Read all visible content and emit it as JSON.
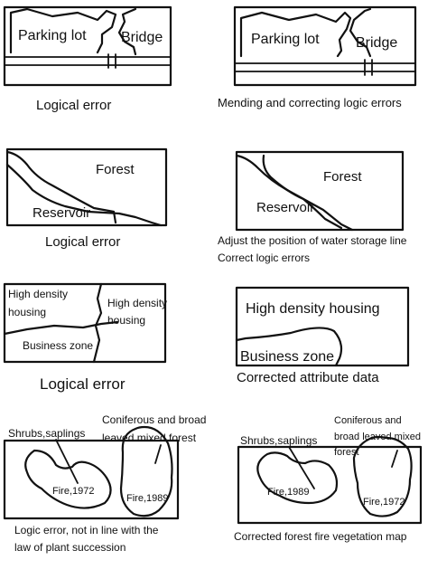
{
  "panels": {
    "p1_left": {
      "parking": "Parking lot",
      "bridge": "Bridge"
    },
    "p1_right": {
      "parking": "Parking lot",
      "bridge": "Bridge"
    },
    "p2_left": {
      "forest": "Forest",
      "reservoir": "Reservoir"
    },
    "p2_right": {
      "forest": "Forest",
      "reservoir": "Reservoir"
    },
    "p3_left": {
      "hdh1_line1": "High density",
      "hdh1_line2": "housing",
      "hdh2_line1": "High density",
      "hdh2_line2": "housing",
      "business": "Business zone"
    },
    "p3_right": {
      "hdh": "High density housing",
      "business": "Business zone"
    },
    "p4_left": {
      "shrubs": "Shrubs,saplings",
      "conif_line1": "Coniferous and broad",
      "conif_line2": "leaved mixed forest",
      "fire_a": "Fire,1972",
      "fire_b": "Fire,1989"
    },
    "p4_right": {
      "shrubs": "Shrubs,saplings",
      "conif_line1": "Coniferous and",
      "conif_line2": "broad leaved mixed",
      "conif_line3": "forest",
      "fire_a": "Fire,1989",
      "fire_b": "Fire,1972"
    }
  },
  "captions": {
    "r1_left": "Logical error",
    "r1_right": "Mending and correcting logic errors",
    "r2_left": "Logical error",
    "r2_right_line1": "Adjust the position of water storage line",
    "r2_right_line2": "Correct logic errors",
    "r3_left": "Logical error",
    "r3_right": "Corrected attribute data",
    "r4_left_line1": "Logic error, not in line with the",
    "r4_left_line2": "law of plant succession",
    "r4_right": "Corrected forest fire vegetation map"
  }
}
